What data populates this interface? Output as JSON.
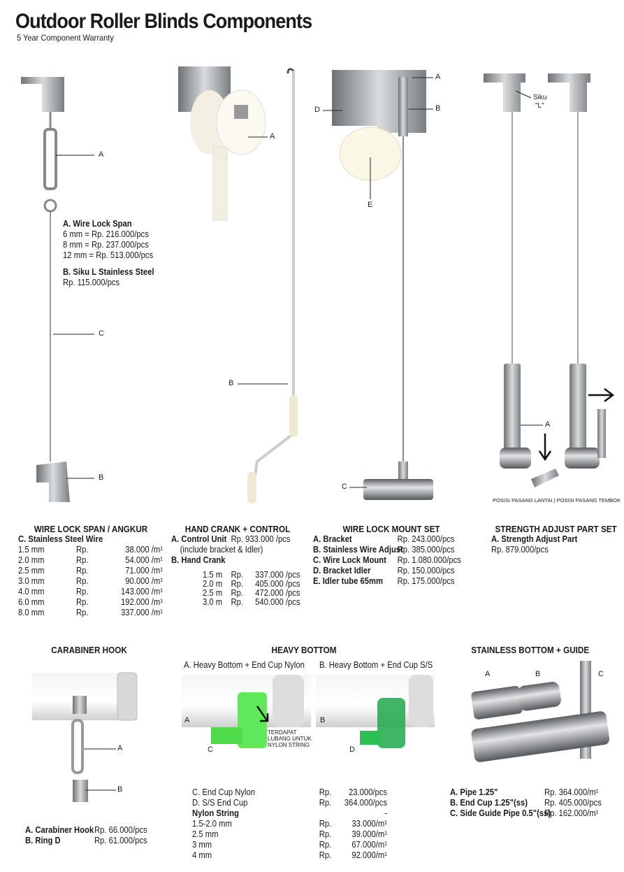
{
  "title": "Outdoor Roller Blinds Components",
  "subtitle": "5 Year Component Warranty",
  "wire_lock_span": {
    "callouts": {
      "a": "A",
      "b": "B",
      "c": "C"
    },
    "item_a": "A. Wire Lock Span",
    "item_a_prices": [
      "6 mm = Rp. 216.000/pcs",
      "8 mm = Rp. 237.000/pcs",
      "12 mm = Rp. 513.000/pcs"
    ],
    "item_b": "B. Siku L Stainless Steel",
    "item_b_price": "Rp. 115.000/pcs",
    "heading": "WIRE LOCK SPAN / ANGKUR",
    "item_c": "C. Stainless Steel Wire",
    "wire_rows": [
      [
        "1.5 mm",
        "Rp.",
        "38.000 /m¹"
      ],
      [
        "2.0 mm",
        "Rp.",
        "54.000 /m¹"
      ],
      [
        "2.5 mm",
        "Rp.",
        "71.000 /m¹"
      ],
      [
        "3.0 mm",
        "Rp.",
        "90.000 /m¹"
      ],
      [
        "4.0 mm",
        "Rp.",
        "143.000 /m¹"
      ],
      [
        "6.0 mm",
        "Rp.",
        "192.000 /m¹"
      ],
      [
        "8.0 mm",
        "Rp.",
        "337.000 /m¹"
      ]
    ]
  },
  "hand_crank": {
    "callouts": {
      "a": "A",
      "b": "B"
    },
    "heading": "HAND CRANK + CONTROL",
    "item_a": "A. Control Unit",
    "item_a_price": "Rp.  933.000 /pcs",
    "item_a_note": "(include bracket & Idler)",
    "item_b": "B. Hand Crank",
    "crank_rows": [
      [
        "1.5 m",
        "Rp.",
        "337.000 /pcs"
      ],
      [
        "2.0 m",
        "Rp.",
        "405.000 /pcs"
      ],
      [
        "2.5 m",
        "Rp.",
        "472.000 /pcs"
      ],
      [
        "3.0 m",
        "Rp.",
        "540.000 /pcs"
      ]
    ]
  },
  "wire_lock_mount": {
    "callouts": {
      "a": "A",
      "b": "B",
      "c": "C",
      "d": "D",
      "e": "E"
    },
    "heading": "WIRE LOCK MOUNT SET",
    "rows": [
      [
        "A. Bracket",
        "Rp.   243.000/pcs"
      ],
      [
        "B. Stainless Wire Adjust",
        "Rp.   385.000/pcs"
      ],
      [
        "C. Wire Lock Mount",
        "Rp. 1.080.000/pcs"
      ],
      [
        "D. Bracket Idler",
        "Rp.   150.000/pcs"
      ],
      [
        "E. Idler tube 65mm",
        "Rp.   175.000/pcs"
      ]
    ]
  },
  "strength_adjust": {
    "callouts": {
      "siku": "Siku",
      "siku_l": "\"L\"",
      "a": "A"
    },
    "positions": "POSISI PASANG LANTAI | POSISI PASANG TEMBOK",
    "heading": "STRENGTH ADJUST PART SET",
    "item_a": "A. Strength Adjust Part",
    "item_a_price": "Rp. 879.000/pcs"
  },
  "carabiner": {
    "heading": "CARABINER HOOK",
    "callouts": {
      "a": "A",
      "b": "B"
    },
    "rows": [
      [
        "A. Carabiner Hook",
        "Rp. 66.000/pcs"
      ],
      [
        "B. Ring D",
        "Rp. 61.000/pcs"
      ]
    ]
  },
  "heavy_bottom": {
    "heading": "HEAVY BOTTOM",
    "sub_a": "A. Heavy Bottom + End Cup Nylon",
    "sub_b": "B. Heavy Bottom + End Cup S/S",
    "callouts": {
      "a": "A",
      "b": "B",
      "c": "C",
      "d": "D"
    },
    "note": [
      "TERDAPAT",
      "LUBANG UNTUK",
      "NYLON STRING"
    ],
    "rows": [
      [
        "C. End Cup Nylon",
        "Rp.",
        "23.000/pcs",
        false
      ],
      [
        "D. S/S End Cup",
        "Rp.",
        "364.000/pcs",
        false
      ],
      [
        "Nylon String",
        "",
        "-",
        true
      ],
      [
        "1.5-2.0 mm",
        "Rp.",
        "33.000/m¹",
        false
      ],
      [
        "2.5 mm",
        "Rp.",
        "39.000/m¹",
        false
      ],
      [
        "3 mm",
        "Rp.",
        "67.000/m¹",
        false
      ],
      [
        "4 mm",
        "Rp.",
        "92.000/m¹",
        false
      ]
    ]
  },
  "stainless_bottom": {
    "heading": "STAINLESS BOTTOM + GUIDE",
    "callouts": {
      "a": "A",
      "b": "B",
      "c": "C"
    },
    "rows": [
      [
        "A. Pipe 1.25\"",
        "Rp. 364.000/m¹"
      ],
      [
        "B. End Cup 1.25\"(ss)",
        "Rp. 405.000/pcs"
      ],
      [
        "C. Side Guide Pipe 0.5\"(ss)",
        "Rp. 162.000/m¹"
      ]
    ]
  },
  "colors": {
    "steel": "#a9acaf",
    "nylon": "#f2eedc",
    "green": "#5ee85a",
    "green_ss": "#1fa84a"
  }
}
